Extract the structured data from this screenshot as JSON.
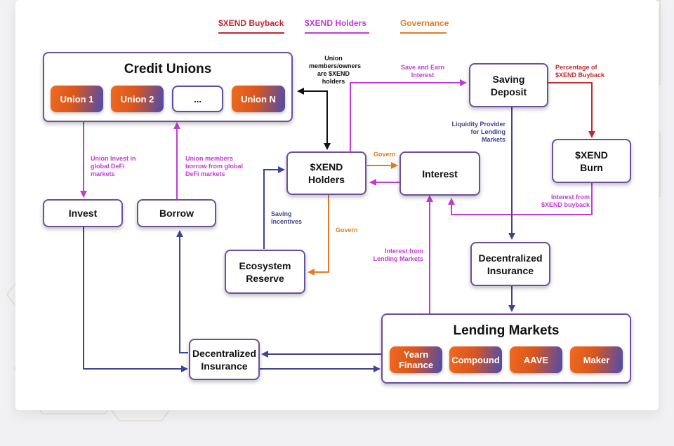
{
  "legend": {
    "buyback": "$XEND Buyback",
    "holders": "$XEND Holders",
    "governance": "Governance"
  },
  "colors": {
    "buyback": "#c3282c",
    "holders": "#c23bd6",
    "governance": "#e37b22",
    "navy": "#3f4391",
    "black": "#111111"
  },
  "nodes": {
    "credit_unions": "Credit Unions",
    "union_1": "Union 1",
    "union_2": "Union 2",
    "union_ellipsis": "...",
    "union_n": "Union N",
    "invest": "Invest",
    "borrow": "Borrow",
    "xend_holders": "$XEND\nHolders",
    "interest": "Interest",
    "saving_deposit": "Saving\nDeposit",
    "xend_burn": "$XEND\nBurn",
    "ecosystem_reserve": "Ecosystem\nReserve",
    "decentralized_insurance_right": "Decentralized\nInsurance",
    "decentralized_insurance_left": "Decentralized\nInsurance",
    "lending_markets": "Lending Markets",
    "yearn_finance": "Yearn\nFinance",
    "compound": "Compound",
    "aave": "AAVE",
    "maker": "Maker"
  },
  "labels": {
    "union_invest": "Union Invest in\nglobal DeFi\nmarkets",
    "union_borrow": "Union members\nborrow from global\nDeFi markets",
    "members_holders": "Union\nmembers/owners\nare $XEND\nholders",
    "save_earn": "Save and Earn\nInterest",
    "pct_buyback": "Percentage of\n$XEND Buyback",
    "liquidity_provider": "Liquidity Provider\nfor Lending\nMarkets",
    "govern_top": "Govern",
    "govern_bottom": "Govern",
    "saving_incentives": "Saving\nIncentives",
    "interest_buyback": "Interest from\n$XEND buyback",
    "interest_lending": "Interest from\nLending Markets"
  }
}
